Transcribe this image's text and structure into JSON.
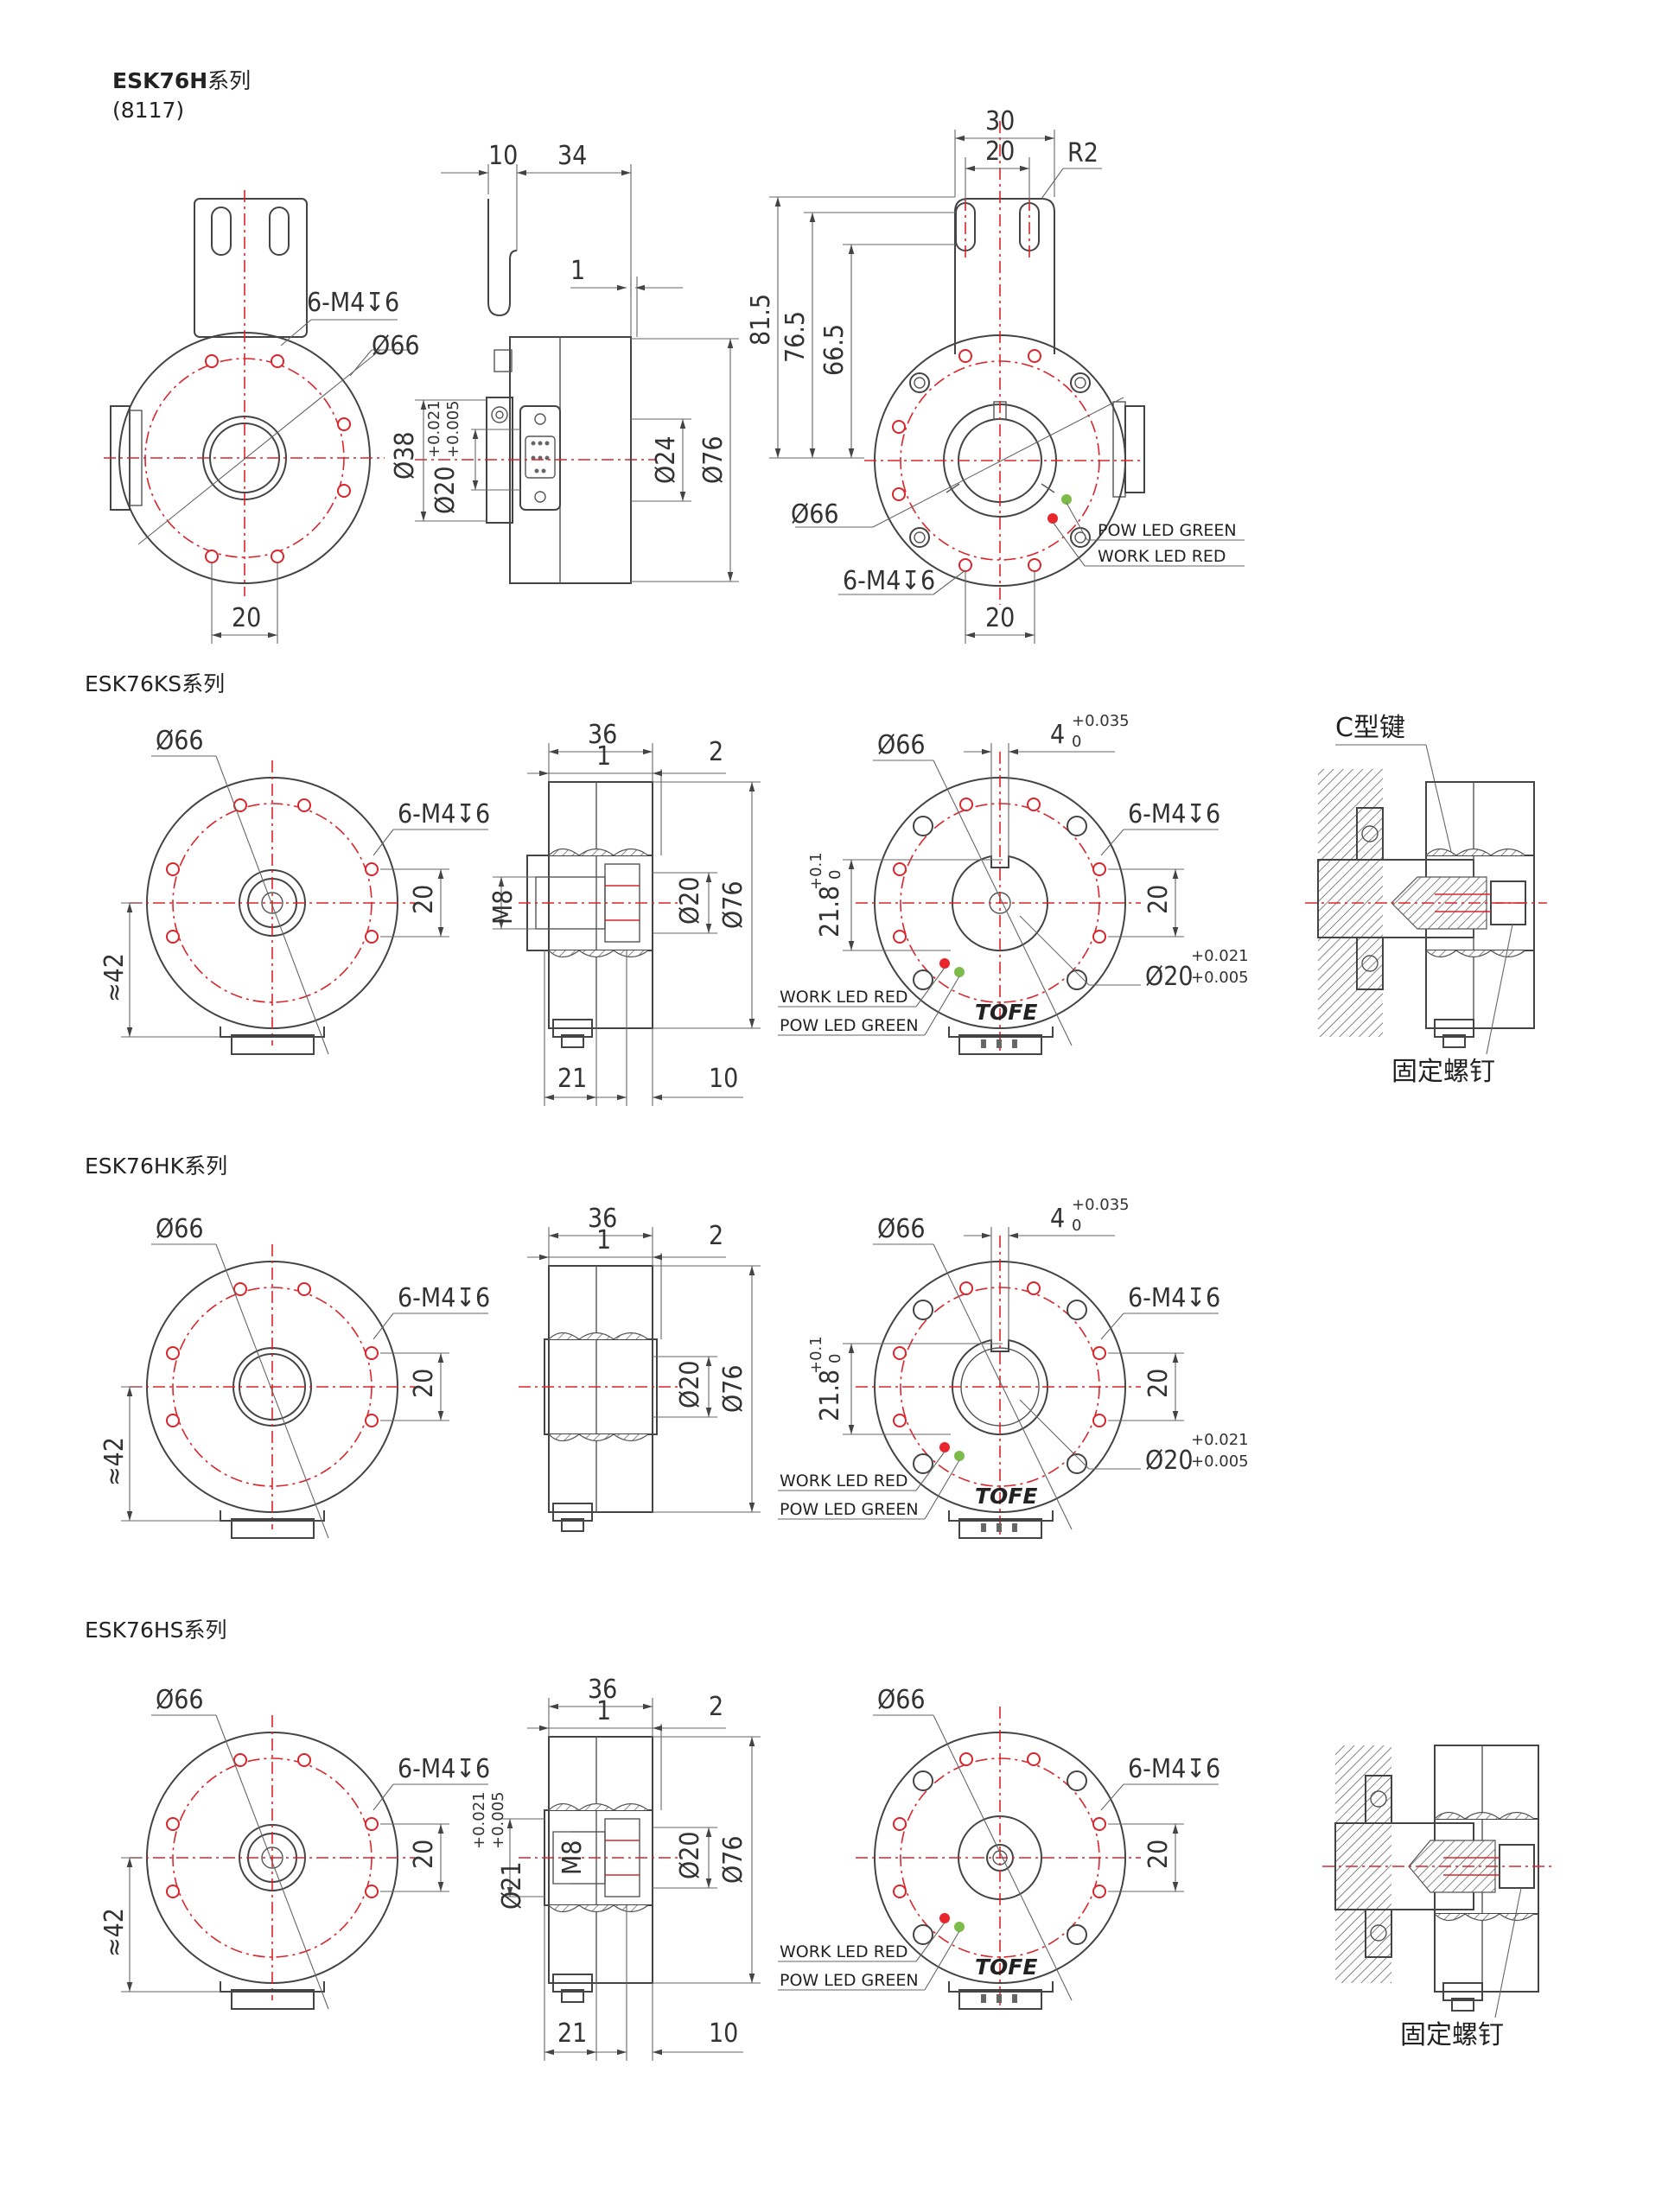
{
  "sections": {
    "h": {
      "title_main": "ESK76H",
      "title_suffix": "系列",
      "subtitle": "(8117)",
      "front": {
        "dim_6m4": "6-M4↧6",
        "dim_d66": "Ø66",
        "dim_20": "20"
      },
      "side": {
        "dim_10": "10",
        "dim_34": "34",
        "dim_1": "1",
        "dim_d38": "Ø38",
        "dim_d20": "Ø20",
        "tol_plus": "+0.021",
        "tol_minus": "+0.005",
        "dim_d24": "Ø24",
        "dim_d76": "Ø76"
      },
      "rear": {
        "dim_30": "30",
        "dim_20_top": "20",
        "dim_r2": "R2",
        "dim_815": "81.5",
        "dim_765": "76.5",
        "dim_665": "66.5",
        "dim_d66": "Ø66",
        "dim_6m4": "6-M4↧6",
        "dim_20_bottom": "20",
        "pow_led": "POW LED GREEN",
        "work_led": "WORK LED RED"
      }
    },
    "ks": {
      "title": "ESK76KS系列",
      "front": {
        "dim_d66": "Ø66",
        "dim_6m4": "6-M4↧6",
        "dim_20": "20",
        "dim_42": "≈42"
      },
      "side": {
        "dim_36": "36",
        "dim_1": "1",
        "dim_2": "2",
        "dim_m8": "M8",
        "dim_d20": "Ø20",
        "dim_d76": "Ø76",
        "dim_21": "21",
        "dim_10": "10"
      },
      "rear": {
        "dim_d66": "Ø66",
        "dim_4": "4",
        "tol_4_plus": "+0.035",
        "tol_4_zero": "0",
        "dim_6m4": "6-M4↧6",
        "dim_218": "21.8",
        "tol_218_plus": "+0.1",
        "tol_218_zero": "0",
        "dim_20": "20",
        "dim_d20": "Ø20",
        "tol_plus": "+0.021",
        "tol_minus": "+0.005",
        "work_led": "WORK LED RED",
        "pow_led": "POW LED GREEN"
      },
      "key": {
        "label": "C型键",
        "screw": "固定螺钉"
      }
    },
    "hk": {
      "title": "ESK76HK系列",
      "front": {
        "dim_d66": "Ø66",
        "dim_6m4": "6-M4↧6",
        "dim_20": "20",
        "dim_42": "≈42"
      },
      "side": {
        "dim_36": "36",
        "dim_1": "1",
        "dim_2": "2",
        "dim_d20": "Ø20",
        "dim_d76": "Ø76"
      },
      "rear": {
        "dim_d66": "Ø66",
        "dim_4": "4",
        "tol_4_plus": "+0.035",
        "tol_4_zero": "0",
        "dim_6m4": "6-M4↧6",
        "dim_218": "21.8",
        "tol_218_plus": "+0.1",
        "tol_218_zero": "0",
        "dim_20": "20",
        "dim_d20": "Ø20",
        "tol_plus": "+0.021",
        "tol_minus": "+0.005",
        "work_led": "WORK LED RED",
        "pow_led": "POW LED GREEN"
      }
    },
    "hs": {
      "title": "ESK76HS系列",
      "front": {
        "dim_d66": "Ø66",
        "dim_6m4": "6-M4↧6",
        "dim_20": "20",
        "dim_42": "≈42"
      },
      "side": {
        "dim_36": "36",
        "dim_1": "1",
        "dim_2": "2",
        "dim_d21": "Ø21",
        "tol_plus": "+0.021",
        "tol_minus": "+0.005",
        "dim_m8": "M8",
        "dim_d20": "Ø20",
        "dim_d76": "Ø76",
        "dim_21": "21",
        "dim_10": "10"
      },
      "rear": {
        "dim_d66": "Ø66",
        "dim_6m4": "6-M4↧6",
        "dim_20": "20",
        "work_led": "WORK LED RED",
        "pow_led": "POW LED GREEN"
      },
      "key": {
        "screw": "固定螺钉"
      }
    }
  },
  "colors": {
    "centerline": "#d9252b",
    "outline": "#444444",
    "led_red": "#e8262c",
    "led_green": "#7dbb4a"
  },
  "icons": {
    "logo": "tofe-logo"
  }
}
